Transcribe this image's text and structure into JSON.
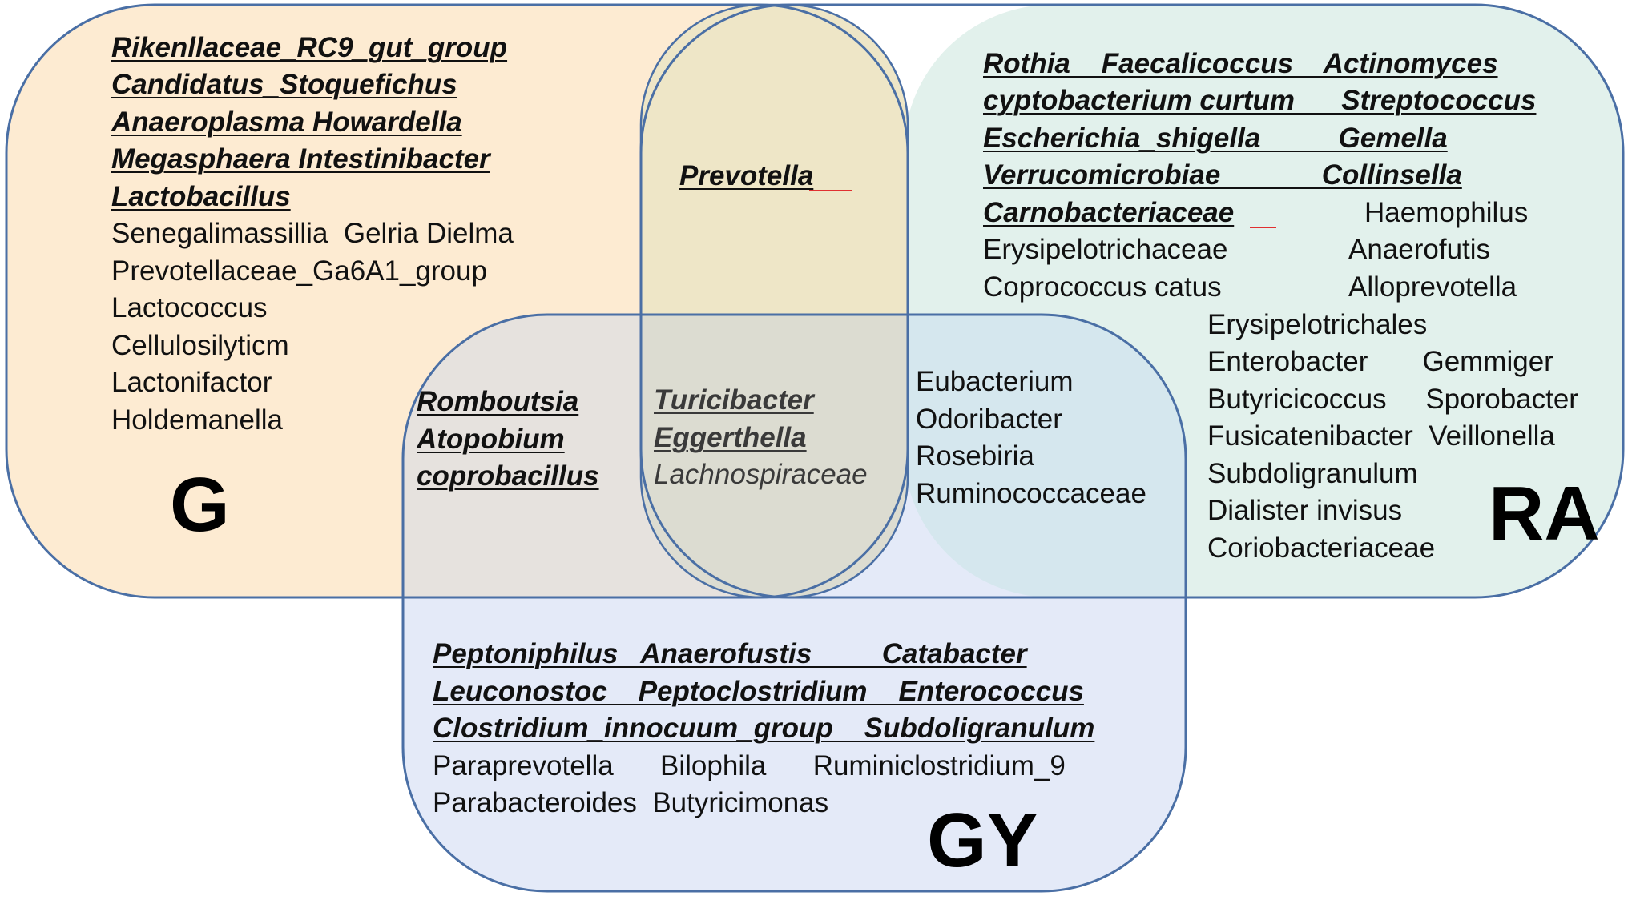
{
  "sets": {
    "g": {
      "label": "G",
      "fill": "#fdebd2",
      "stroke": "#4a6fa5",
      "highlighted": [
        "Rikenllaceae_RC9_gut_group",
        "Candidatus_Stoquefichus",
        "Anaeroplasma  Howardella",
        "Megasphaera   Intestinibacter",
        "Lactobacillus"
      ],
      "plain": [
        "Senegalimassillia  Gelria Dielma",
        "Prevotellaceae_Ga6A1_group",
        "Lactococcus",
        "Cellulosilyticm",
        "Lactonifactor",
        "Holdemanella"
      ]
    },
    "ra": {
      "label": "RA",
      "fill": "#e2f1ec",
      "stroke": "#4a6fa5",
      "highlighted": [
        "Rothia    Faecalicoccus    Actinomyces",
        "cyptobacterium curtum      Streptococcus",
        "Escherichia_shigella          Gemella",
        "Verrucomicrobiae             Collinsella",
        "Carnobacteriaceae"
      ],
      "plain_right": [
        "Haemophilus",
        "Anaerofutis",
        "Alloprevotella"
      ],
      "plain_left": [
        "Erysipelotrichaceae",
        "Coprococcus catus"
      ],
      "lower": [
        "Erysipelotrichales",
        "Enterobacter       Gemmiger",
        "Butyricicoccus     Sporobacter",
        "Fusicatenibacter  Veillonella",
        "Subdoligranulum",
        "Dialister invisus",
        "Coriobacteriaceae"
      ]
    },
    "gy": {
      "label": "GY",
      "fill": "#e4eaf8",
      "stroke": "#4a6fa5",
      "highlighted": [
        "Peptoniphilus   Anaerofustis         Catabacter",
        "Leuconostoc    Peptoclostridium    Enterococcus",
        "Clostridium_innocuum_group    Subdoligranulum"
      ],
      "plain": [
        "Paraprevotella      Bilophila      Ruminiclostridium_9",
        "Parabacteroides  Butyricimonas"
      ]
    }
  },
  "overlaps": {
    "g_ra": {
      "fill": "#eee6c7",
      "items": [
        "Prevotella"
      ]
    },
    "g_gy": {
      "fill": "#e6e2de",
      "items": [
        "Romboutsia",
        "Atopobium",
        "coprobacillus"
      ]
    },
    "ra_gy": {
      "fill": "#d5e7ee",
      "items": [
        "Eubacterium",
        "Odoribacter",
        "Rosebiria",
        "Ruminococcaceae"
      ]
    },
    "all": {
      "fill": "#dcdcd1",
      "highlighted": [
        "Turicibacter",
        "Eggerthella"
      ],
      "plain": [
        "Lachnospiraceae"
      ]
    }
  }
}
